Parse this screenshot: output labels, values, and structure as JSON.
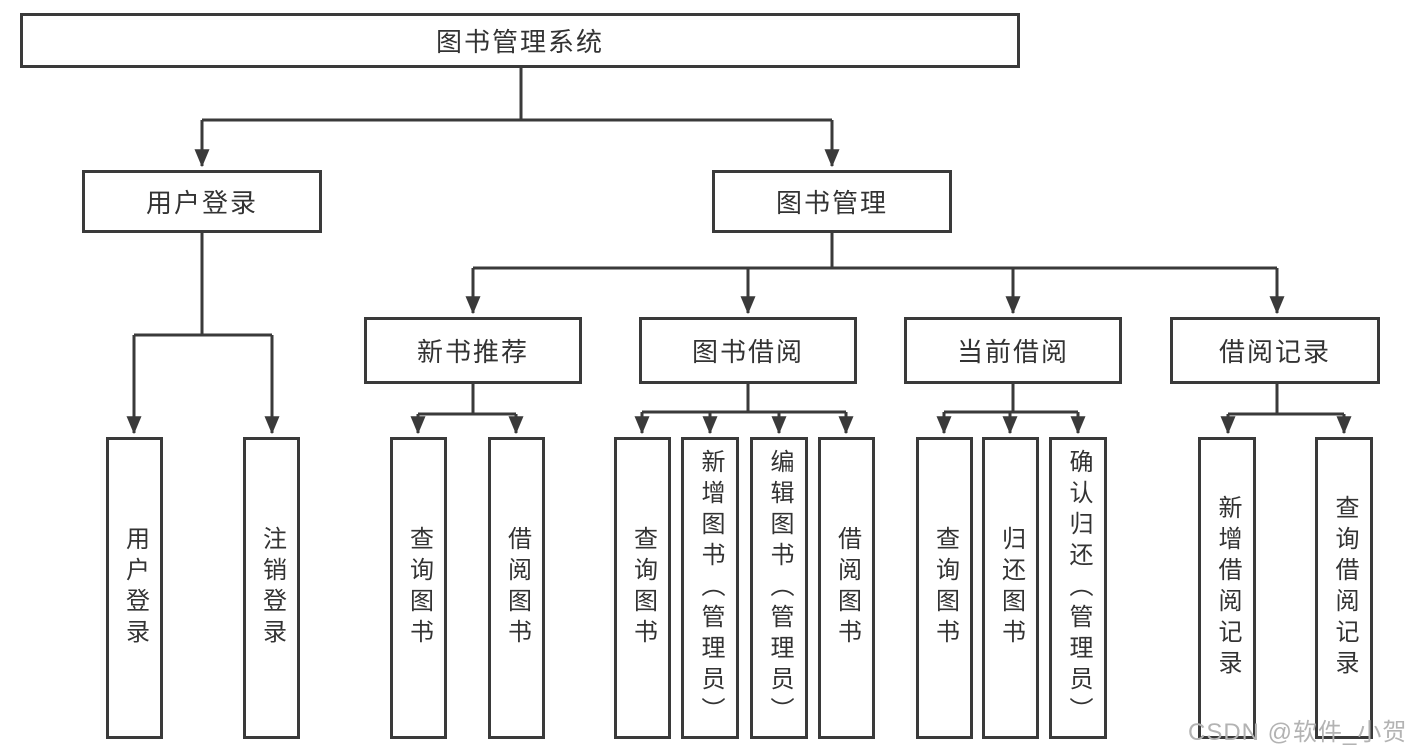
{
  "colors": {
    "background": "#ffffff",
    "line": "#3a3a3a",
    "box-border": "#3a3a3a",
    "text": "#333333",
    "watermark": "#b3b3b3"
  },
  "watermark": "CSDN @软件_小贺同学",
  "nodes": {
    "root": "图书管理系统",
    "user_login": "用户登录",
    "book_management": "图书管理",
    "new_book_recommend": "新书推荐",
    "book_borrowing": "图书借阅",
    "current_borrowing": "当前借阅",
    "borrowing_records": "借阅记录",
    "leaf_user_login": "用户登录",
    "leaf_logout_login": "注销登录",
    "leaf_query_books_recommend": "查询图书",
    "leaf_borrow_books_recommend": "借阅图书",
    "leaf_query_books_borrowing": "查询图书",
    "leaf_add_books_admin": "新增图书（管理员）",
    "leaf_edit_books_admin": "编辑图书（管理员）",
    "leaf_borrow_books_borrowing": "借阅图书",
    "leaf_query_books_current": "查询图书",
    "leaf_return_books": "归还图书",
    "leaf_confirm_return_admin": "确认归还（管理员）",
    "leaf_add_borrow_record": "新增借阅记录",
    "leaf_query_borrow_record": "查询借阅记录"
  },
  "edges": [
    [
      "root",
      "user_login"
    ],
    [
      "root",
      "book_management"
    ],
    [
      "user_login",
      "leaf_user_login"
    ],
    [
      "user_login",
      "leaf_logout_login"
    ],
    [
      "book_management",
      "new_book_recommend"
    ],
    [
      "book_management",
      "book_borrowing"
    ],
    [
      "book_management",
      "current_borrowing"
    ],
    [
      "book_management",
      "borrowing_records"
    ],
    [
      "new_book_recommend",
      "leaf_query_books_recommend"
    ],
    [
      "new_book_recommend",
      "leaf_borrow_books_recommend"
    ],
    [
      "book_borrowing",
      "leaf_query_books_borrowing"
    ],
    [
      "book_borrowing",
      "leaf_add_books_admin"
    ],
    [
      "book_borrowing",
      "leaf_edit_books_admin"
    ],
    [
      "book_borrowing",
      "leaf_borrow_books_borrowing"
    ],
    [
      "current_borrowing",
      "leaf_query_books_current"
    ],
    [
      "current_borrowing",
      "leaf_return_books"
    ],
    [
      "current_borrowing",
      "leaf_confirm_return_admin"
    ],
    [
      "borrowing_records",
      "leaf_add_borrow_record"
    ],
    [
      "borrowing_records",
      "leaf_query_borrow_record"
    ]
  ]
}
